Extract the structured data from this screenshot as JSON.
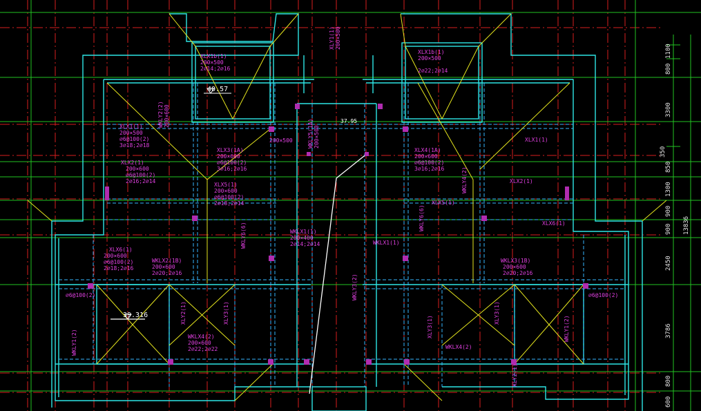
{
  "colors": {
    "background": "#000000",
    "grid_red": "#d81e1e",
    "grid_green": "#22c422",
    "wall_cyan": "#2ee6e6",
    "beam_dash": "#36b6ff",
    "roof_yellow": "#e6e61e",
    "label_magenta": "#e040e0",
    "marker_white": "#ffffff"
  },
  "elevations": {
    "e1": "40.57",
    "e2": "39.316",
    "e3": "37.95"
  },
  "dimensions": {
    "d1": "1100",
    "d2": "800",
    "d3": "3300",
    "d4": "350",
    "d5": "850",
    "d6": "1300",
    "d7": "900",
    "d8": "900",
    "d9": "2450",
    "d10": "3786",
    "d11": "800",
    "d12": "600",
    "total": "13836"
  },
  "beams": {
    "xlx1b": "XLX1b(1)",
    "xlx1b_size": "200×500",
    "xlx1b_rebar": "2⌀14;2⌀16",
    "xlx1b_r": "XLX1b(1)",
    "xlx1b_r_size": "200×500",
    "xlx1b_r_rebar": "2⌀22;2⌀14",
    "xly1": "XLY1(1)",
    "xly1_size": "200×500",
    "wkly5a": "WKLY5(1A)",
    "wkly5a_size": "200×500",
    "xlx1": "XLX1(1)",
    "xlx1_size": "200×500",
    "xlx1_stir": "⌀6@100(2)",
    "xlx1_rebar": "3⌀18;2⌀18",
    "xlx2": "XLX2(1)",
    "xlx2_size": "200×600",
    "xlx2_stir": "⌀6@100(2)",
    "xlx2_rebar": "2⌀16;2⌀14",
    "wkly2": "WKLY2(2)",
    "wkly2_size": "200×600",
    "xlx3": "XLX3(1A)",
    "xlx3_size": "200×600",
    "xlx3_stir": "⌀6@100(2)",
    "xlx3_rebar": "3⌀16;2⌀16",
    "xlx5": "XLX5(1)",
    "xlx5_size": "200×600",
    "xlx5_stir": "⌀6@100(2)",
    "xlx5_rebar": "2⌀18;2⌀14",
    "xlx4": "XLX4(1A)",
    "xlx4_size": "200×600",
    "xlx4_stir": "⌀6@100(2)",
    "xlx4_rebar": "3⌀16;2⌀16",
    "xlx1_r": "XLX1(1)",
    "xlx2_r": "XLX2(1)",
    "xlx5_r": "XLX5(1)",
    "xlx6_r": "XLX6(1)",
    "wkly4": "WKLY4(2)",
    "wklx1": "WKLX1(1)",
    "wklx1_size": "200×400",
    "wklx1_rebar": "2⌀14;2⌀14",
    "wklx1_2": "WKLX1(1)",
    "xlx6": "XLX6(1)",
    "xlx6_size": "200×600",
    "xlx6_stir": "⌀6@100(2)",
    "xlx6_rebar": "2⌀18;2⌀16",
    "wklx2": "WKLX2(1B)",
    "wklx2_size": "200×600",
    "wklx2_rebar": "2⌀20;2⌀16",
    "wklx3": "WKLX3(1B)",
    "wklx3_size": "200×600",
    "wklx3_rebar": "2⌀20;2⌀16",
    "wkly6": "WKLY6(6)",
    "wkly1": "WKLY1(2)",
    "wkly1_r": "WKLY1(2)",
    "wkly3": "WKLY3(2)",
    "xly3": "XLY3(1)",
    "xly3_r": "XLY3(1)",
    "xly3_l": "XLY3(1)",
    "wklx4": "WKLX4(2)",
    "wklx4_size": "200×600",
    "wklx4_rebar": "2⌀22;2⌀22",
    "wklx4_r": "WKLX4(2)",
    "xly2": "XLY2(1)",
    "xly2_r": "XLY2(1)",
    "size_200x500": "200×500",
    "stir_100": "⌀6@100(2)",
    "stir_100_r": "⌀6@100(2)"
  }
}
